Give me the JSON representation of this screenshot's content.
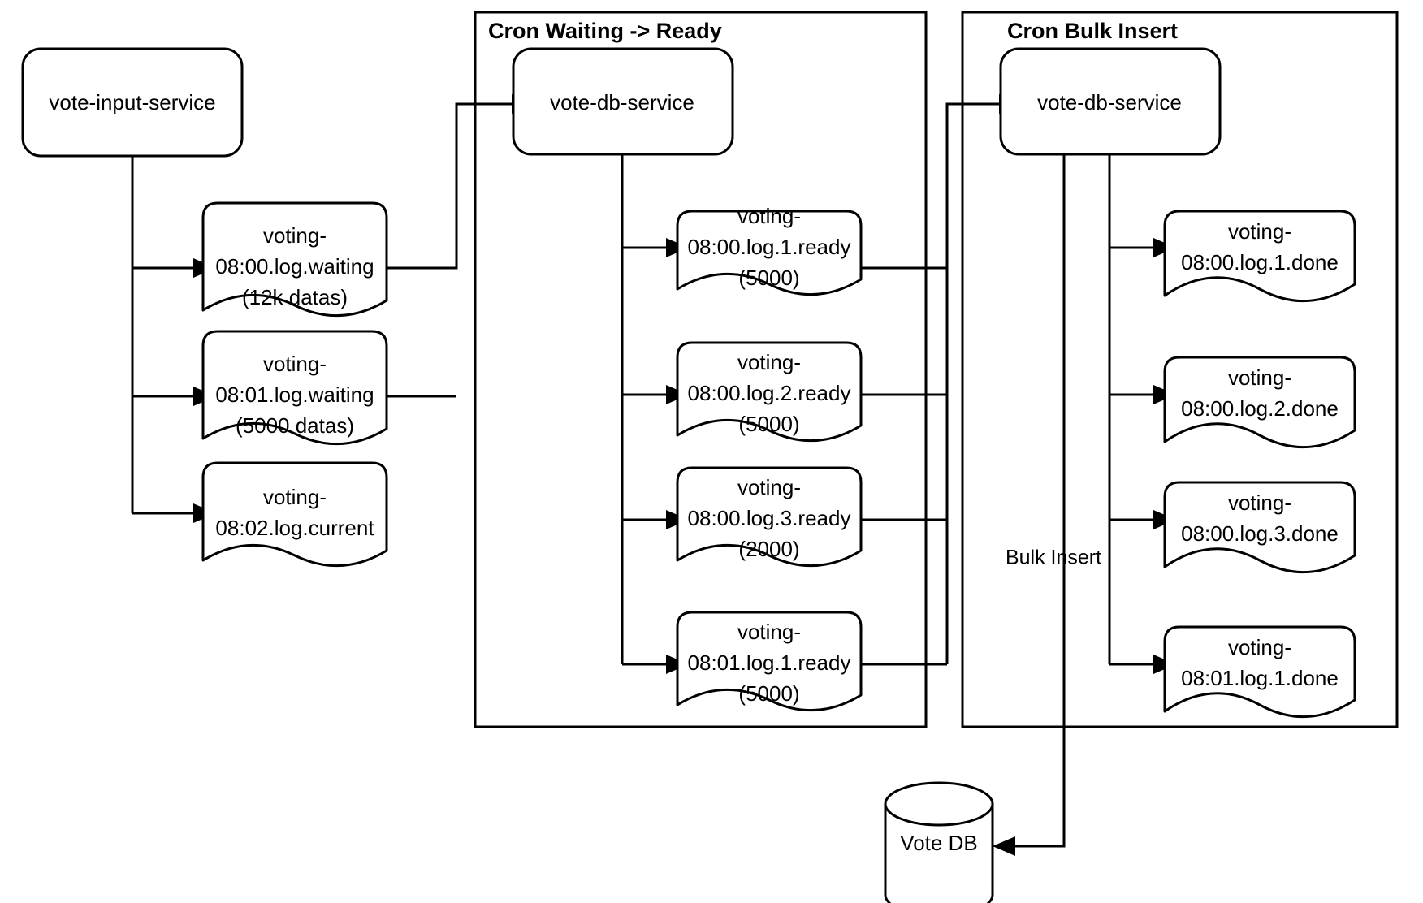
{
  "diagram": {
    "title": "Vote log processing pipeline",
    "background_color": "#ffffff",
    "stroke_color": "#000000"
  },
  "groups": [
    {
      "id": "cron-waiting-ready",
      "title": "Cron Waiting -> Ready"
    },
    {
      "id": "cron-bulk-insert",
      "title": "Cron Bulk Insert"
    }
  ],
  "services": {
    "input": {
      "label": "vote-input-service"
    },
    "db_waiting": {
      "label": "vote-db-service"
    },
    "db_bulk": {
      "label": "vote-db-service"
    }
  },
  "waiting_files": [
    {
      "id": "w1",
      "line1": "voting-",
      "line2": "08:00.log.waiting",
      "line3": "(12k datas)"
    },
    {
      "id": "w2",
      "line1": "voting-",
      "line2": "08:01.log.waiting",
      "line3": "(5000 datas)"
    },
    {
      "id": "w3",
      "line1": "voting-",
      "line2": "08:02.log.current",
      "line3": ""
    }
  ],
  "ready_files": [
    {
      "id": "r1",
      "line1": "voting-",
      "line2": "08:00.log.1.ready",
      "line3": "(5000)"
    },
    {
      "id": "r2",
      "line1": "voting-",
      "line2": "08:00.log.2.ready",
      "line3": "(5000)"
    },
    {
      "id": "r3",
      "line1": "voting-",
      "line2": "08:00.log.3.ready",
      "line3": "(2000)"
    },
    {
      "id": "r4",
      "line1": "voting-",
      "line2": "08:01.log.1.ready",
      "line3": "(5000)"
    }
  ],
  "done_files": [
    {
      "id": "d1",
      "line1": "voting-",
      "line2": "08:00.log.1.done",
      "line3": ""
    },
    {
      "id": "d2",
      "line1": "voting-",
      "line2": "08:00.log.2.done",
      "line3": ""
    },
    {
      "id": "d3",
      "line1": "voting-",
      "line2": "08:00.log.3.done",
      "line3": ""
    },
    {
      "id": "d4",
      "line1": "voting-",
      "line2": "08:01.log.1.done",
      "line3": ""
    }
  ],
  "edge_labels": {
    "bulk_insert": "Bulk Insert"
  },
  "database": {
    "label": "Vote DB"
  }
}
